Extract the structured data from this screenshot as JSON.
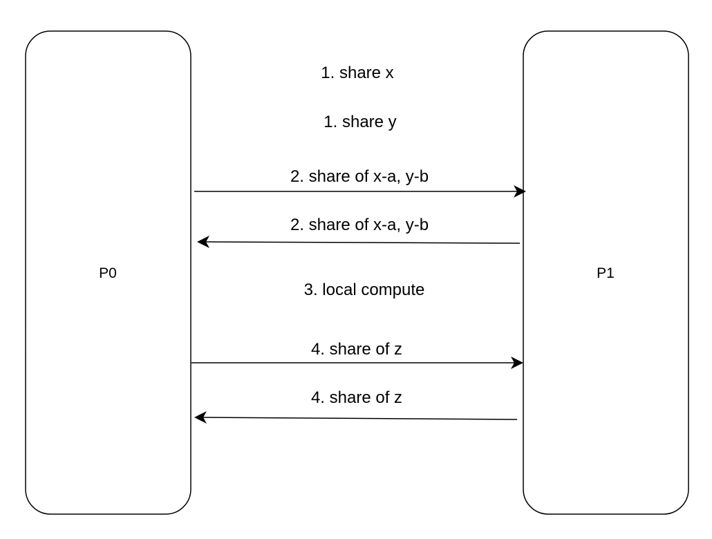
{
  "parties": {
    "left": {
      "label": "P0"
    },
    "right": {
      "label": "P1"
    }
  },
  "steps": {
    "share_x": "1. share x",
    "share_y": "1. share y",
    "send_ab_p0_to_p1": "2. share of x-a, y-b",
    "send_ab_p1_to_p0": "2. share of x-a, y-b",
    "local_compute": "3. local compute",
    "send_z_p0_to_p1": "4. share of z",
    "send_z_p1_to_p0": "4. share of z"
  },
  "colors": {
    "stroke": "#000000",
    "background": "#ffffff"
  }
}
